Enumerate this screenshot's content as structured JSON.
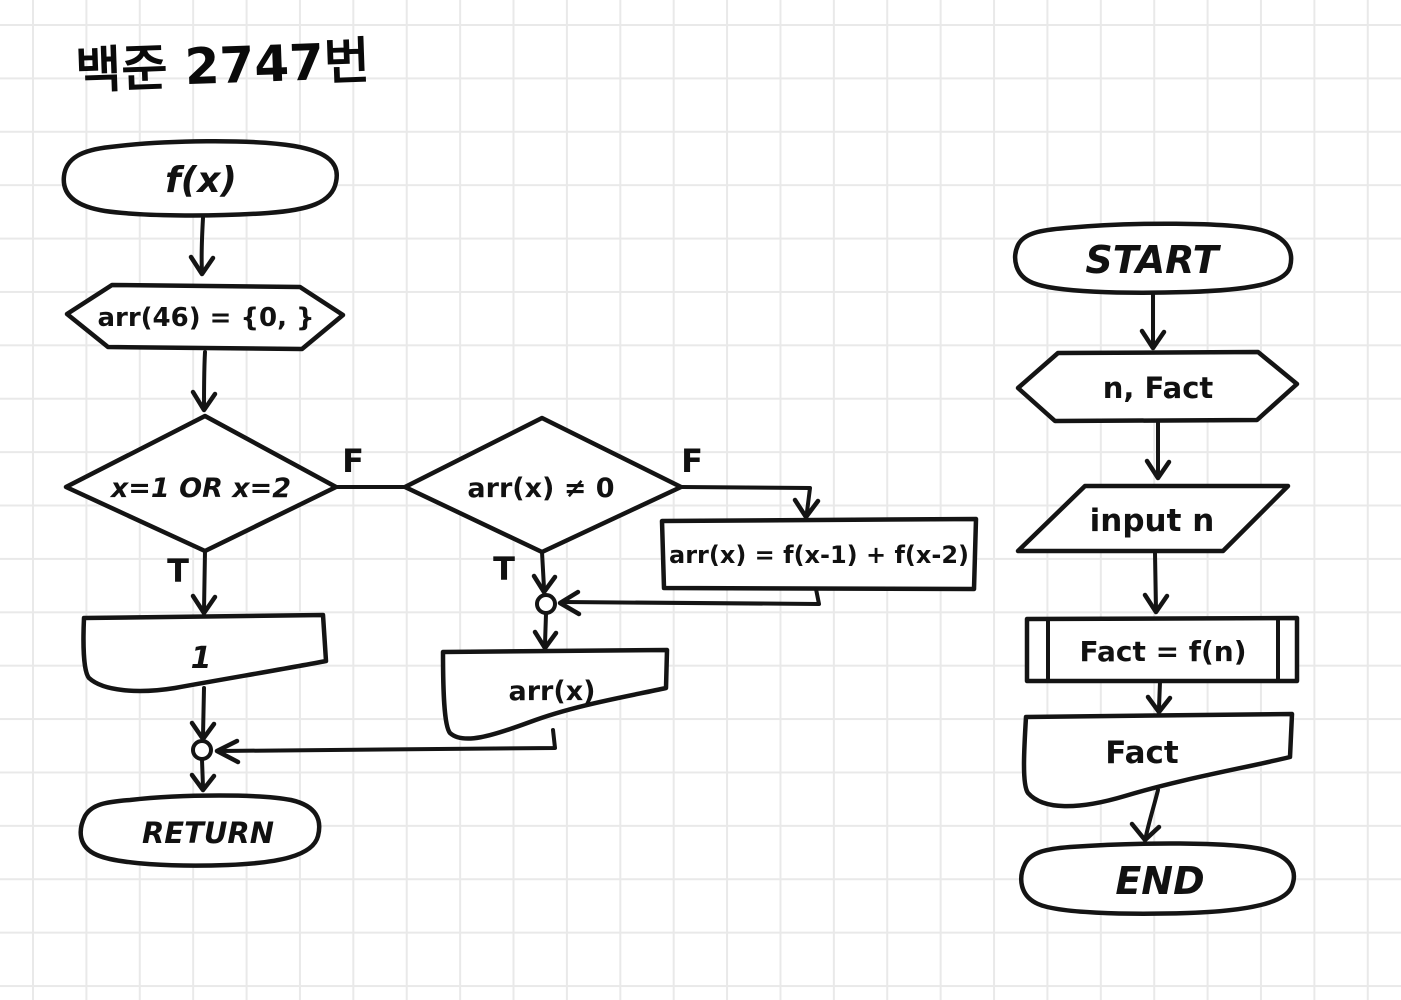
{
  "title": "백준 2747번",
  "colors": {
    "ink": "#141414",
    "grid": "#e9e9e9",
    "paper": "#ffffff"
  },
  "fx_flow": {
    "start_label": "f(x)",
    "init_label": "arr(46) = {0, }",
    "cond1_label": "x=1 OR x=2",
    "cond1_true": "T",
    "cond1_false": "F",
    "cond2_label": "arr(x) ≠ 0",
    "cond2_true": "T",
    "cond2_false": "F",
    "assign_label": "arr(x) = f(x-1) + f(x-2)",
    "doc_one_label": "1",
    "doc_arr_label": "arr(x)",
    "return_label": "RETURN"
  },
  "main_flow": {
    "start_label": "START",
    "vars_label": "n, Fact",
    "input_label": "input n",
    "call_label": "Fact = f(n)",
    "output_label": "Fact",
    "end_label": "END"
  }
}
